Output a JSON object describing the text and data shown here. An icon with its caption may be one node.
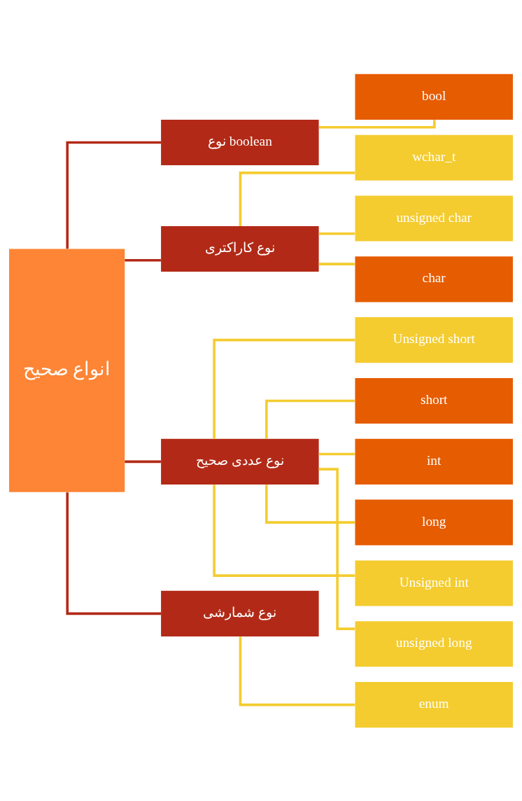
{
  "diagram": {
    "nodes": [
      {
        "text": [
          "انواع صحیح"
        ]
      },
      {
        "text": [
          "نوع boolean"
        ]
      },
      {
        "text": [
          "نوع کاراکتری"
        ]
      },
      {
        "text": [
          "نوع عددی صحیح"
        ]
      },
      {
        "text": [
          "نوع شمارشی"
        ]
      },
      {
        "text": [
          "bool"
        ]
      },
      {
        "text": [
          "wchar_t"
        ]
      },
      {
        "text": [
          "unsigned char"
        ]
      },
      {
        "text": [
          "char"
        ]
      },
      {
        "text": [
          "Unsigned short"
        ]
      },
      {
        "text": [
          "short"
        ]
      },
      {
        "text": [
          "int"
        ]
      },
      {
        "text": [
          "long"
        ]
      },
      {
        "text": [
          "Unsigned int"
        ]
      },
      {
        "text": [
          "unsigned long"
        ]
      },
      {
        "text": [
          "enum"
        ]
      }
    ],
    "edges": [
      {
        "from": 0,
        "to": 1,
        "arrow": "none",
        "color": "#b22a17"
      },
      {
        "from": 0,
        "to": 2,
        "arrow": "none",
        "color": "#b22a17"
      },
      {
        "from": 0,
        "to": 3,
        "arrow": "none",
        "color": "#b22a17"
      },
      {
        "from": 0,
        "to": 4,
        "arrow": "none",
        "color": "#b22a17"
      },
      {
        "from": 1,
        "to": 5,
        "arrow": "none",
        "color": "#f4cc30"
      },
      {
        "from": 2,
        "to": 6,
        "arrow": "none",
        "color": "#f4cc30"
      },
      {
        "from": 2,
        "to": 7,
        "arrow": "none",
        "color": "#f4cc30"
      },
      {
        "from": 2,
        "to": 8,
        "arrow": "none",
        "color": "#f4cc30"
      },
      {
        "from": 3,
        "to": 9,
        "arrow": "none",
        "color": "#f4cc30"
      },
      {
        "from": 3,
        "to": 10,
        "arrow": "none",
        "color": "#f4cc30"
      },
      {
        "from": 3,
        "to": 11,
        "arrow": "none",
        "color": "#f4cc30"
      },
      {
        "from": 3,
        "to": 12,
        "arrow": "none",
        "color": "#f4cc30"
      },
      {
        "from": 3,
        "to": 13,
        "arrow": "none",
        "color": "#f4cc30"
      },
      {
        "from": 3,
        "to": 14,
        "arrow": "none",
        "color": "#f4cc30"
      },
      {
        "from": 4,
        "to": 15,
        "arrow": "none",
        "color": "#f4cc30"
      }
    ]
  }
}
